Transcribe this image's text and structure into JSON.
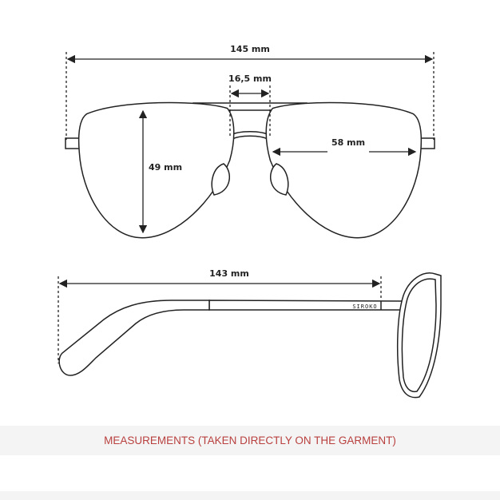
{
  "diagram": {
    "front_view": {
      "total_width_label": "145 mm",
      "bridge_label": "16,5 mm",
      "lens_width_label": "58 mm",
      "lens_height_label": "49 mm"
    },
    "side_view": {
      "temple_length_label": "143 mm",
      "brand": "SIROKO"
    }
  },
  "caption": "MEASUREMENTS (TAKEN DIRECTLY ON THE GARMENT)",
  "colors": {
    "line": "#222222",
    "caption": "#b8403f",
    "band": "#f4f4f4"
  }
}
